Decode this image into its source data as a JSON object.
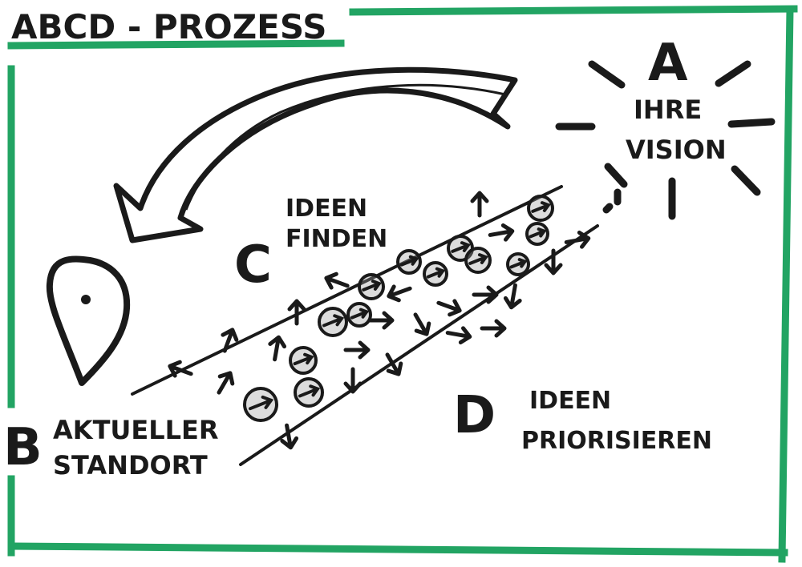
{
  "title": "ABCD - PROZESS",
  "colors": {
    "frame": "#22a463",
    "ink": "#1a1a1a",
    "bubble": "#9a9a9a"
  },
  "a": {
    "letter": "A",
    "line1": "IHRE",
    "line2": "VISION"
  },
  "b": {
    "letter": "B",
    "line1": "AKTUELLER",
    "line2": "STANDORT"
  },
  "c": {
    "letter": "C",
    "line1": "IDEEN",
    "line2": "FINDEN"
  },
  "d": {
    "letter": "D",
    "line1": "IDEEN",
    "line2": "PRIORISIEREN"
  },
  "icons": {
    "sun": "sun-rays-icon",
    "pin": "location-pin-icon",
    "return": "curved-return-arrow-icon"
  }
}
